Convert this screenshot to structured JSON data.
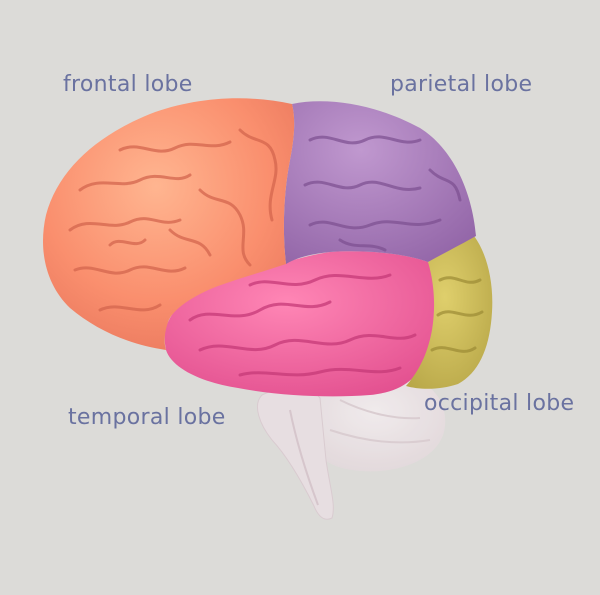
{
  "labels": {
    "frontal": "frontal lobe",
    "parietal": "parietal lobe",
    "temporal": "temporal lobe",
    "occipital": "occipital lobe"
  },
  "colors": {
    "background": "#dcdbd8",
    "label_text": "#6a72a0",
    "frontal": "#fa8f6e",
    "parietal": "#a67ab8",
    "temporal": "#ef5a9a",
    "occipital": "#c9b855",
    "brainstem": "#ece4e6"
  }
}
